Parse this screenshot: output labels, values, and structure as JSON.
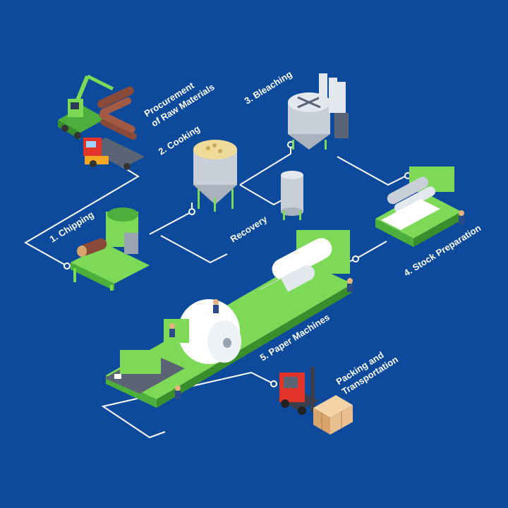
{
  "stages": {
    "procurement_line1": "Procurement",
    "procurement_line2": "of Raw Materials",
    "chipping": "1. Chipping",
    "cooking": "2. Cooking",
    "bleaching": "3. Bleaching",
    "recovery": "Recovery",
    "stock_preparation": "4. Stock Preparation",
    "paper_machines": "5. Paper Machines",
    "packing_line1": "Packing and",
    "packing_line2": "Transportation"
  },
  "colors": {
    "background": "#0d4a9c",
    "machine_green": "#7ed957",
    "machine_dark_green": "#4cae3b",
    "steel": "#c9cfd8",
    "connector": "#ffffff",
    "forklift": "#e2342a",
    "boxes": "#e8c08f"
  },
  "icons": [
    "excavator-icon",
    "log-truck-icon",
    "chipper-icon",
    "digester-tank-icon",
    "bleaching-tank-icon",
    "recovery-tank-icon",
    "stock-prep-machine-icon",
    "paper-machine-icon",
    "forklift-icon",
    "worker-icon"
  ]
}
